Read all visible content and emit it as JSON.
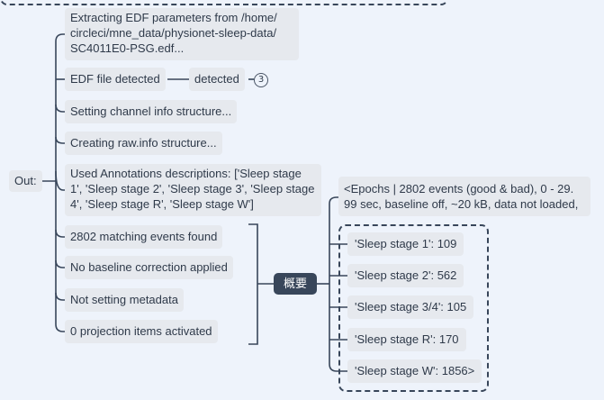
{
  "root": {
    "label": "Out:"
  },
  "left_children": [
    {
      "label": "Extracting EDF parameters from /home/\ncircleci/mne_data/physionet-sleep-data/\nSC4011E0-PSG.edf..."
    },
    {
      "label": "EDF file detected",
      "sub": {
        "label": "detected",
        "badge": "3"
      }
    },
    {
      "label": "Setting channel info structure..."
    },
    {
      "label": "Creating raw.info structure..."
    },
    {
      "label": "Used Annotations descriptions: ['Sleep stage\n1', 'Sleep stage 2', 'Sleep stage 3', 'Sleep stage\n4', 'Sleep stage R', 'Sleep stage W']"
    },
    {
      "label": "2802 matching events found"
    },
    {
      "label": "No baseline correction applied"
    },
    {
      "label": "Not setting metadata"
    },
    {
      "label": "0 projection items activated"
    }
  ],
  "summary": {
    "label": "概要",
    "epochs": "<Epochs |   2802 events (good & bad), 0 - 29.\n99 sec, baseline off, ~20 kB, data not loaded,",
    "stages": [
      "'Sleep stage 1': 109",
      "'Sleep stage 2': 562",
      "'Sleep stage 3/4': 105",
      "'Sleep stage R': 170",
      "'Sleep stage W': 1856>"
    ]
  },
  "colors": {
    "background": "#eef3fb",
    "node": "#e6e9ee",
    "summary": "#38465a",
    "line": "#38465a"
  }
}
